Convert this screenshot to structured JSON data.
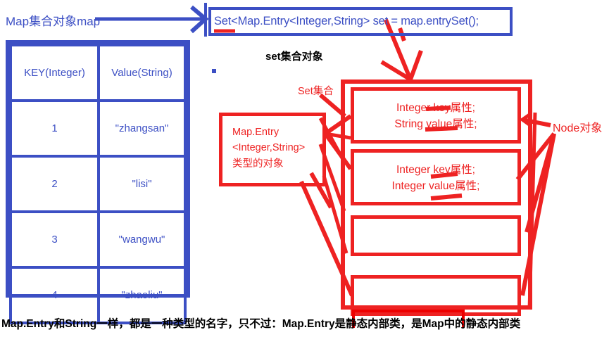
{
  "colors": {
    "blue": "#3c4fc4",
    "red": "#ee2222",
    "black": "#000000",
    "background": "#ffffff"
  },
  "labels": {
    "map_object": "Map集合对象map",
    "set_object_heading": "set集合对象",
    "set_collection": "Set集合",
    "node_object": "Node对象"
  },
  "code_box": {
    "code": "Set<Map.Entry<Integer,String> set = map.entrySet();",
    "underlined_tokens": [
      "Set",
      "set"
    ]
  },
  "table": {
    "headers": [
      "KEY(Integer)",
      "Value(String)"
    ],
    "rows": [
      {
        "key": "1",
        "value": "\"zhangsan\""
      },
      {
        "key": "2",
        "value": "\"lisi\""
      },
      {
        "key": "3",
        "value": "\"wangwu\""
      },
      {
        "key": "4",
        "value": "\"zhaoliu\""
      }
    ]
  },
  "map_entry_box": {
    "line1": "Map.Entry",
    "line2": "<Integer,String>",
    "line3": "类型的对象"
  },
  "node_boxes": [
    {
      "line1": "Integer key属性;",
      "line2": "String value属性;",
      "empty": false
    },
    {
      "line1": "Integer key属性;",
      "line2": "Integer value属性;",
      "empty": false
    },
    {
      "line1": "",
      "line2": "",
      "empty": true
    },
    {
      "line1": "",
      "line2": "",
      "empty": true
    }
  ],
  "bottom_caption": "Map.Entry和String一样，都是一种类型的名字，只不过：Map.Entry是静态内部类，是Map中的静态内部类"
}
